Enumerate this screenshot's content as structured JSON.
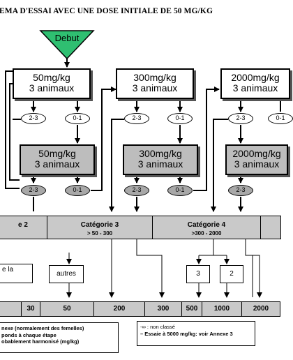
{
  "title": "EMA D'ESSAI AVEC UNE DOSE INITIALE DE 50 MG/KG",
  "start": "Debut",
  "dose_boxes_top": [
    {
      "dose": "50mg/kg",
      "animals": "3 animaux"
    },
    {
      "dose": "300mg/kg",
      "animals": "3 animaux"
    },
    {
      "dose": "2000mg/kg",
      "animals": "3 animaux"
    }
  ],
  "dose_boxes_bottom": [
    {
      "dose": "50mg/kg",
      "animals": "3 animaux"
    },
    {
      "dose": "300mg/kg",
      "animals": "3 animaux"
    },
    {
      "dose": "2000mg/kg",
      "animals": "3 animaux"
    }
  ],
  "outcomes_top": [
    [
      "2-3",
      "0-1"
    ],
    [
      "2-3",
      "0-1"
    ],
    [
      "2-3",
      "0-1"
    ]
  ],
  "outcomes_bottom": [
    [
      "2-3",
      "0-1"
    ],
    [
      "2-3",
      "0-1"
    ],
    [
      "2-3"
    ]
  ],
  "categories": [
    {
      "name": "e 2",
      "range": ""
    },
    {
      "name": "Catégorie 3",
      "range": "> 50 - 300"
    },
    {
      "name": "Catégorie 4",
      "range": ">300 - 2000"
    },
    {
      "name": "",
      "range": ""
    }
  ],
  "small_boxes": {
    "left_partial": "e la",
    "autres": "autres",
    "three": "3",
    "two": "2"
  },
  "scale": [
    "30",
    "50",
    "200",
    "300",
    "500",
    "1000",
    "2000"
  ],
  "legend_left": [
    "nexe (normalement des femelles)",
    "ponds à chaque étape",
    "obablement harmonisé (mg/kg)"
  ],
  "legend_right": [
    "-∞ : non classé",
    "– Essaie à 5000 mg/kg: voir Annexe 3"
  ],
  "colors": {
    "start": "#2fbf71",
    "grey": "#bdbdbd",
    "band": "#c9c9c9"
  }
}
